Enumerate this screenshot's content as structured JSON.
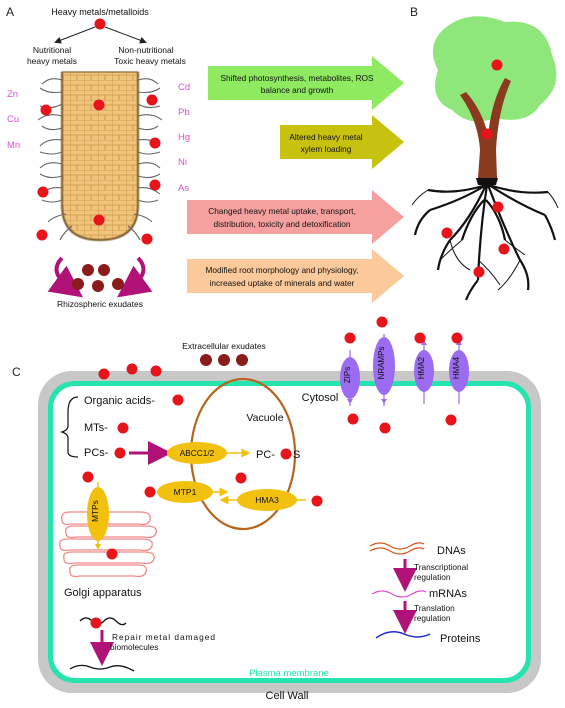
{
  "panels": {
    "a": "A",
    "b": "B",
    "c": "C"
  },
  "panel_a": {
    "title": "Heavy metals/metalloids",
    "nutritional_line1": "Nutritional",
    "nutritional_line2": "heavy metals",
    "nonnutritional_line1": "Non-nutritional",
    "nonnutritional_line2": "Toxic heavy metals",
    "nutritional_metals": [
      "Zn",
      "Cu",
      "Mn"
    ],
    "toxic_metals": [
      "Cd",
      "Pb",
      "Hg",
      "Ni",
      "As"
    ],
    "exudates_label": "Rhizospheric exudates"
  },
  "effects": [
    {
      "line1": "Shifted photosynthesis, metabolites, ROS",
      "line2": "balance and growth",
      "color": "#8fea62"
    },
    {
      "line1": "Altered heavy metal",
      "line2": "xylem loading",
      "color": "#c7c20f"
    },
    {
      "line1": "Changed heavy metal uptake, transport,",
      "line2": "distribution, toxicity and detoxification",
      "color": "#f7a0a0"
    },
    {
      "line1": "Modified root morphology and physiology,",
      "line2": "increased uptake of minerals and water",
      "color": "#fbc99a"
    }
  ],
  "panel_c": {
    "extracellular": "Extracellular exudates",
    "cytosol": "Cytosol",
    "vacuole": "Vacuole",
    "organic_acids": "Organic acids-",
    "mts": "MTs-",
    "pcs": "PCs-",
    "pc_s_left": "PC-",
    "pc_s_right": "S",
    "transporters": {
      "abcc": "ABCC1/2",
      "mtp1": "MTP1",
      "hma3": "HMA3",
      "mtps": "MTPs"
    },
    "membrane_transporters": [
      "ZIPs",
      "NRAMPs",
      "HMA2",
      "HMA4"
    ],
    "golgi": "Golgi apparatus",
    "repair_line1": "Repair metal damaged",
    "repair_line2": "biomolecules",
    "dnas": "DNAs",
    "transcriptional_line1": "Transcriptional",
    "transcriptional_line2": "regulation",
    "mrnas": "mRNAs",
    "translation_line1": "Translation",
    "translation_line2": "regulation",
    "proteins": "Proteins",
    "plasma_membrane": "Plasma membrane",
    "cell_wall": "Cell  Wall"
  },
  "colors": {
    "metal": "#e8141b",
    "metal_label": "#e04fd0",
    "exudate": "#8b1c1c",
    "transporter": "#f2c10f",
    "membrane_transporter": "#9b6cf0",
    "magenta_arrow": "#b01277",
    "plasma_membrane": "#27e3b0",
    "cell_wall": "#c8c8c8",
    "vacuole": "#b5651d",
    "golgi": "#f28b8b"
  }
}
